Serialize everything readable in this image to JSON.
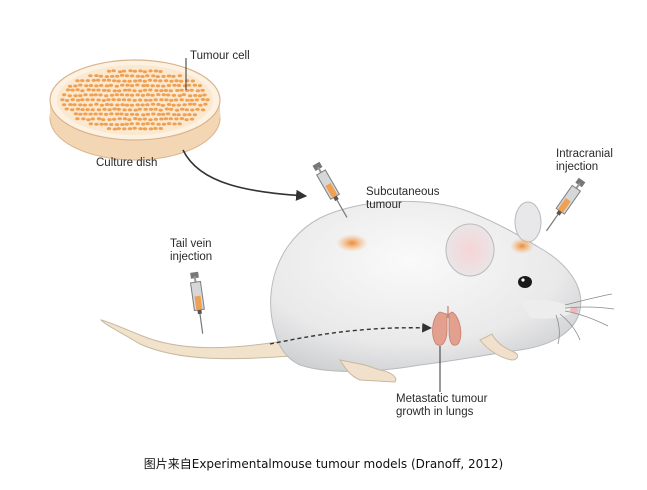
{
  "labels": {
    "tumour_cell": "Tumour cell",
    "culture_dish": "Culture dish",
    "subcutaneous": [
      "Subcutaneous",
      "tumour"
    ],
    "intracranial": [
      "Intracranial",
      "injection"
    ],
    "tail_vein": [
      "Tail vein",
      "injection"
    ],
    "metastatic": [
      "Metastatic tumour",
      "growth in lungs"
    ]
  },
  "caption": "图片来自Experimentalmouse tumour models (Dranoff, 2012)",
  "colors": {
    "mouse_body": "#eeeeee",
    "tumour_orange": "#f0a050",
    "dish_rim": "#f6d9b4",
    "tail": "#f1e2cc",
    "lung": "#e3a08e"
  }
}
